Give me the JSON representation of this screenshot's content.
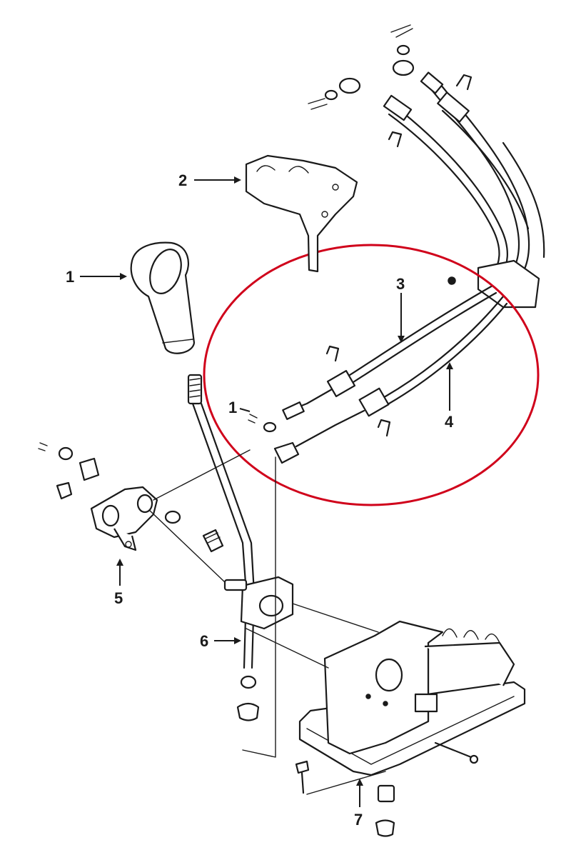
{
  "callouts": {
    "knob": "1",
    "clip_small": "1",
    "bracket": "2",
    "cable_upper": "3",
    "cable_lower": "4",
    "pivot_bracket": "5",
    "lever": "6",
    "base": "7"
  },
  "colors": {
    "line": "#1a1a1a",
    "highlight_ellipse": "#d0021b",
    "background": "#ffffff"
  },
  "icons": [
    "shift-knob",
    "cable-bracket",
    "shift-cable",
    "pivot-bracket",
    "shift-lever",
    "shifter-base",
    "bolt",
    "washer",
    "bushing",
    "clip"
  ]
}
